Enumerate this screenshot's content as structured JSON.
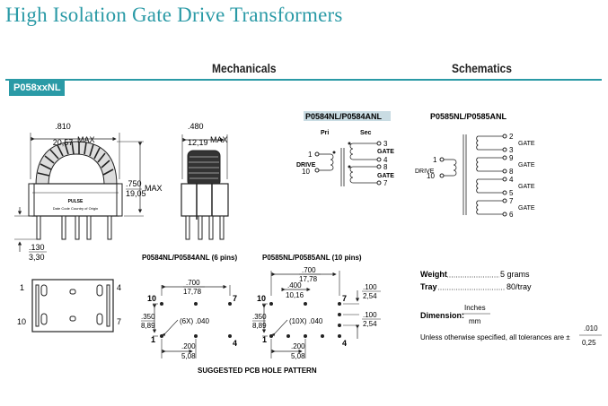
{
  "title": "High Isolation Gate Drive Transformers",
  "sections": {
    "mechanicals": "Mechanicals",
    "schematics": "Schematics"
  },
  "part_tab": "P058xxNL",
  "mech": {
    "width_in": ".810",
    "width_mm": "20,57",
    "max": "MAX",
    "height_in": ".750",
    "height_mm": "19,05",
    "depth_in": ".480",
    "depth_mm": "12,19",
    "standoff_in": ".130",
    "standoff_mm": "3,30",
    "label_brand": "PULSE",
    "label_code": "Date Code Country of Origin",
    "pin_10": "10",
    "pin_1": "1",
    "pin_4": "4",
    "pin_7": "7"
  },
  "pcb6": {
    "title": "P0584NL/P0584ANL (6 pins)",
    "w_in": ".700",
    "w_mm": "17,78",
    "h_in": ".350",
    "h_mm": "8,89",
    "hole": "(6X) .040",
    "p_in": ".200",
    "p_mm": "5,08",
    "pin_10": "10",
    "pin_7": "7",
    "pin_1": "1",
    "pin_4": "4"
  },
  "pcb10": {
    "title": "P0585NL/P0585ANL (10 pins)",
    "w_in": ".700",
    "w_mm": "17,78",
    "w2_in": ".400",
    "w2_mm": "10,16",
    "h_in": ".350",
    "h_mm": "8,89",
    "hole": "(10X) .040",
    "p_in": ".200",
    "p_mm": "5,08",
    "r1_in": ".100",
    "r1_mm": "2,54",
    "r2_in": ".100",
    "r2_mm": "2,54",
    "pin_10": "10",
    "pin_7": "7",
    "pin_1": "1",
    "pin_4": "4"
  },
  "pcb_caption": "SUGGESTED PCB HOLE PATTERN",
  "sch1": {
    "title": "P0584NL/P0584ANL",
    "pri": "Pri",
    "sec": "Sec",
    "drive": "DRIVE",
    "gate": "GATE",
    "p1": "1",
    "p10": "10",
    "s3": "3",
    "s4": "4",
    "s8": "8",
    "s7": "7"
  },
  "sch2": {
    "title": "P0585NL/P0585ANL",
    "drive": "DRIVE",
    "gate": "GATE",
    "p1": "1",
    "p10": "10",
    "s2": "2",
    "s3": "3",
    "s9": "9",
    "s8": "8",
    "s4": "4",
    "s5": "5",
    "s7": "7",
    "s6": "6"
  },
  "specs": {
    "weight_label": "Weight",
    "weight_value": "5 grams",
    "tray_label": "Tray",
    "tray_value": "80/tray",
    "dimension_label": "Dimension:",
    "dim_num": "Inches",
    "dim_den": "mm",
    "tol_text": "Unless otherwise specified, all tolerances are ±",
    "tol_num": ".010",
    "tol_den": "0,25"
  }
}
